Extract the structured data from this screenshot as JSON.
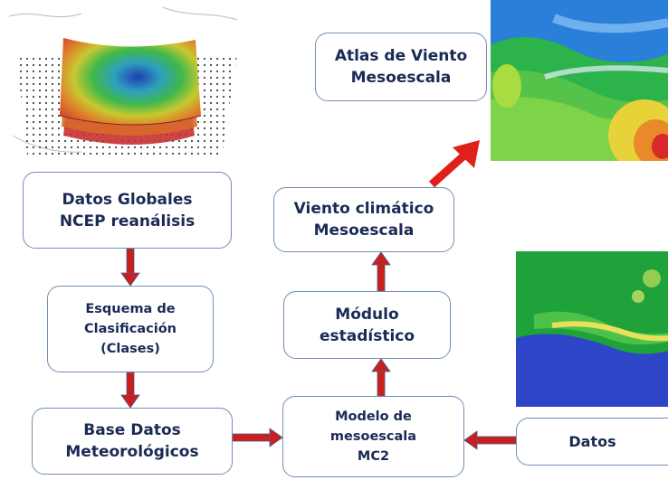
{
  "boxes": {
    "atlas": [
      "Atlas de Viento",
      "Mesoescala"
    ],
    "datos_globales": [
      "Datos Globales",
      "NCEP  reanálisis"
    ],
    "esquema": [
      "Esquema de",
      "Clasificación",
      "(Clases)"
    ],
    "base_datos": [
      "Base Datos",
      "Meteorológicos"
    ],
    "viento_climatico": [
      "Viento climático",
      "Mesoescala"
    ],
    "modulo": [
      "Módulo",
      "estadístico"
    ],
    "modelo": [
      "Modelo de",
      "mesoescala",
      "MC2"
    ],
    "datos": [
      "Datos"
    ]
  },
  "colors": {
    "box_border": "#6f8fb0",
    "box_text": "#1b2a55",
    "arrow_fill": "#c9201e",
    "arrow_outline": "#4a5c86",
    "big_arrow": "#e0201b"
  }
}
